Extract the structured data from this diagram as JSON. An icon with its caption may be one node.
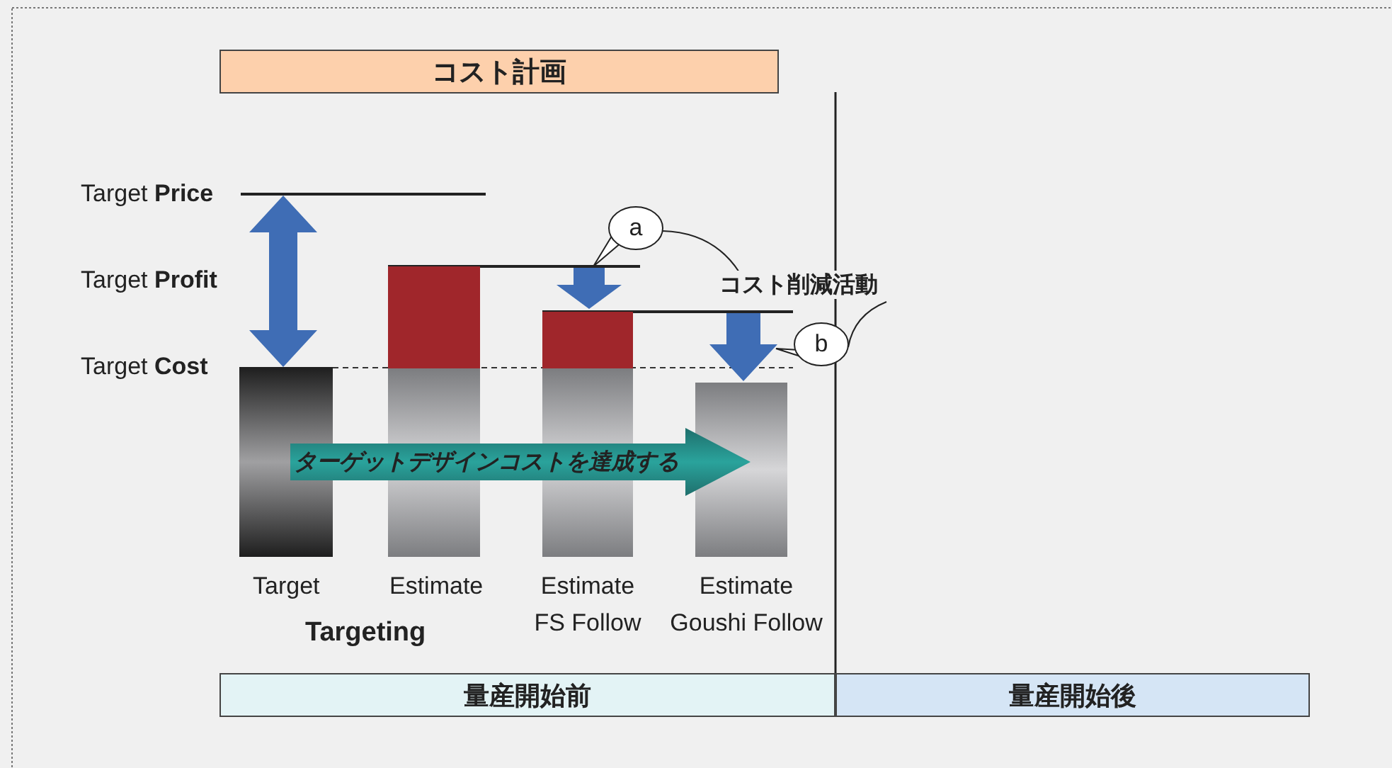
{
  "diagram": {
    "nodes": [
      {
        "text": [
          "コスト計画"
        ]
      },
      {
        "text": [
          "a"
        ]
      },
      {
        "text": [
          "コスト削減活動"
        ]
      },
      {
        "text": [
          "b"
        ]
      },
      {
        "text": [
          "ターゲットデザインコストを達成する"
        ]
      },
      {
        "text": [
          "量産開始前"
        ]
      },
      {
        "text": [
          "量産開始後"
        ]
      }
    ],
    "edges": [
      {
        "from": 2,
        "to": 1,
        "arrow": "none"
      },
      {
        "from": 2,
        "to": 3,
        "arrow": "none"
      }
    ],
    "labels": [
      "Target **Price**",
      "Target **Profit**",
      "Target **Cost**",
      "Target",
      "Estimate",
      "Estimate FS Follow",
      "Estimate Goushi Follow",
      "Targeting"
    ]
  }
}
